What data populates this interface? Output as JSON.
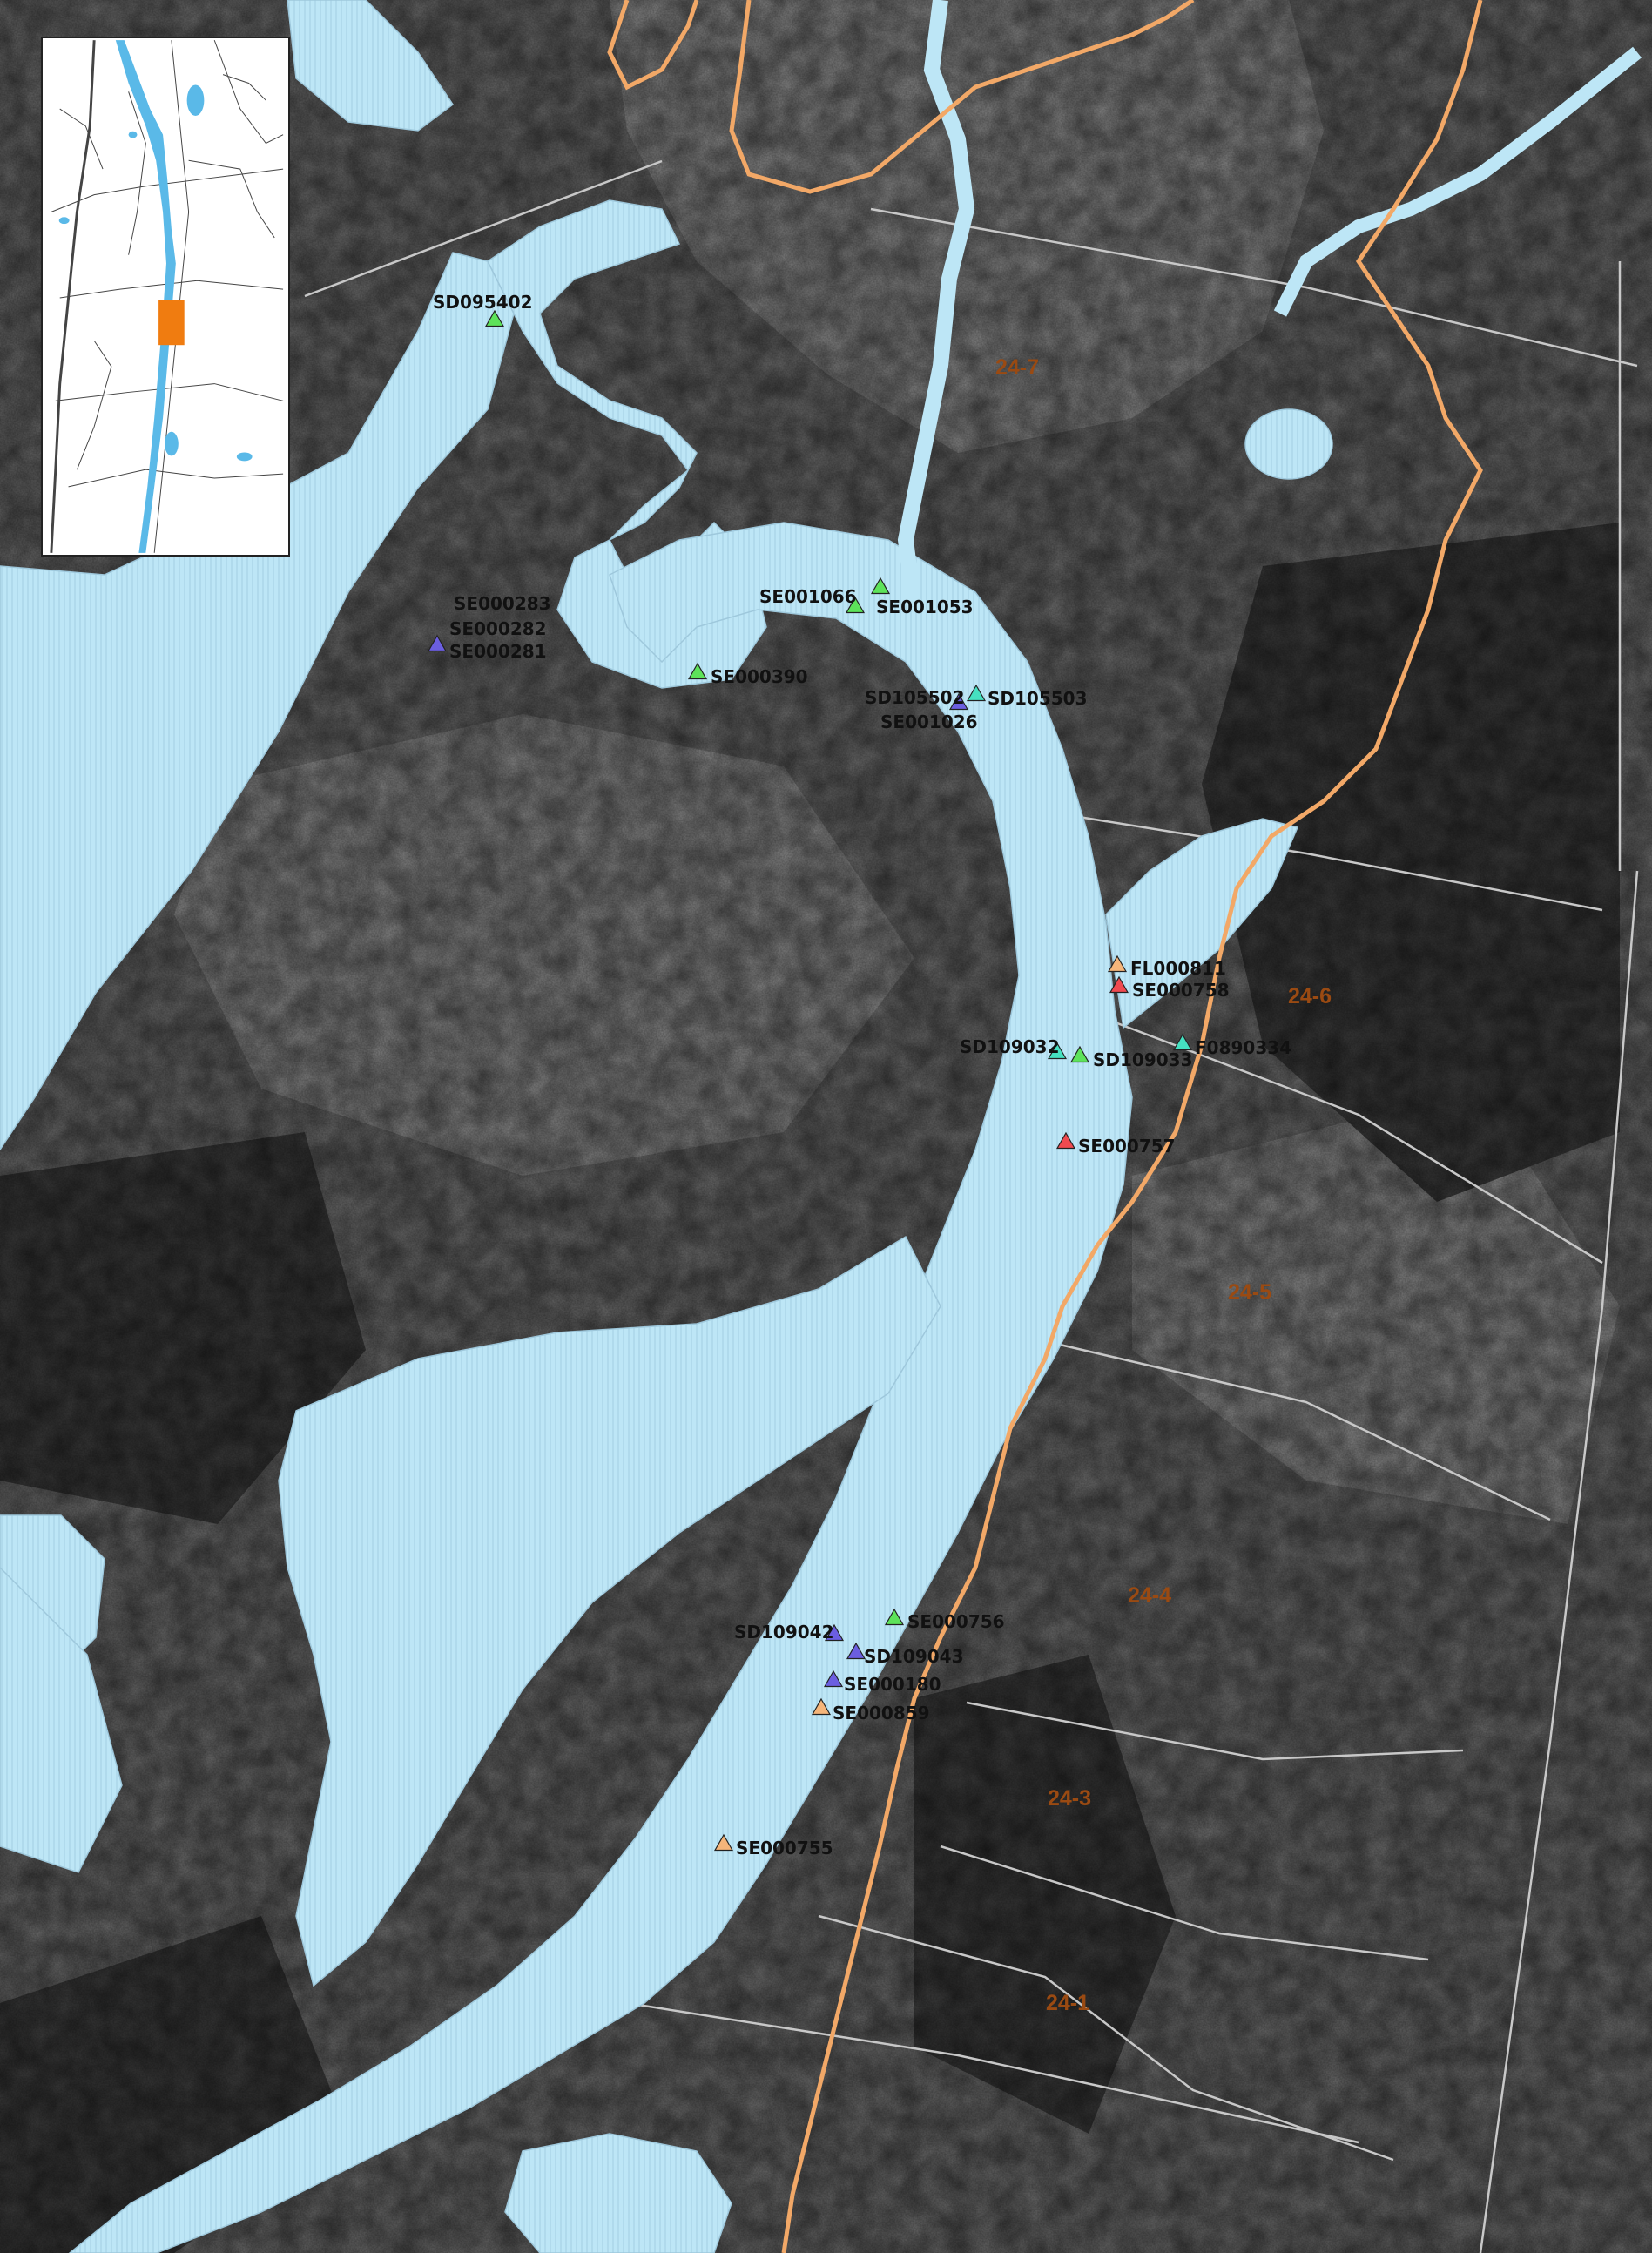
{
  "colors": {
    "water": "#bde6f6",
    "water_hatch": "#9ec8dc",
    "terrain_light": "#8a8a8a",
    "terrain_mid": "#6d6d6d",
    "terrain_dark": "#3d3d3d",
    "parcel_line": "#c8c8c8",
    "boundary": "#f2a867",
    "label_text": "#111111",
    "parcel_text": "#9a4a12",
    "inset_highlight": "#f07c10",
    "inset_water": "#5ab9e8",
    "inset_road": "#444444"
  },
  "parcels": [
    {
      "id": "24-7",
      "label": "24-7"
    },
    {
      "id": "24-6",
      "label": "24-6"
    },
    {
      "id": "24-5",
      "label": "24-5"
    },
    {
      "id": "24-4",
      "label": "24-4"
    },
    {
      "id": "24-3",
      "label": "24-3"
    },
    {
      "id": "24-1",
      "label": "24-1"
    }
  ],
  "sample_sites": [
    {
      "id": "SD095402",
      "label": "SD095402",
      "color": "#5de35a"
    },
    {
      "id": "SE000283",
      "label": "SE000283",
      "color": "#5de35a"
    },
    {
      "id": "SE000282",
      "label": "SE000282",
      "color": "#6b5ee0"
    },
    {
      "id": "SE000281",
      "label": "SE000281",
      "color": "#6b5ee0"
    },
    {
      "id": "SE000390",
      "label": "SE000390",
      "color": "#5de35a"
    },
    {
      "id": "SE001066",
      "label": "SE001066",
      "color": "#5de35a"
    },
    {
      "id": "SE001053",
      "label": "SE001053",
      "color": "#5de35a"
    },
    {
      "id": "SD105502",
      "label": "SD105502",
      "color": "#6b5ee0"
    },
    {
      "id": "SD105503",
      "label": "SD105503",
      "color": "#45e0c0"
    },
    {
      "id": "SE001026",
      "label": "SE001026",
      "color": "#6b5ee0"
    },
    {
      "id": "FL000811",
      "label": "FL000811",
      "color": "#f5b57a"
    },
    {
      "id": "SE000758",
      "label": "SE000758",
      "color": "#ef4a50"
    },
    {
      "id": "SD109032",
      "label": "SD109032",
      "color": "#45e0c0"
    },
    {
      "id": "SD109033",
      "label": "SD109033",
      "color": "#5de35a"
    },
    {
      "id": "F0890334",
      "label": "F0890334",
      "color": "#45e0c0"
    },
    {
      "id": "SE000757",
      "label": "SE000757",
      "color": "#ef4a50"
    },
    {
      "id": "SE000756",
      "label": "SE000756",
      "color": "#5de35a"
    },
    {
      "id": "SD109042",
      "label": "SD109042",
      "color": "#6b5ee0"
    },
    {
      "id": "SD109043",
      "label": "SD109043",
      "color": "#6b5ee0"
    },
    {
      "id": "SE000180",
      "label": "SE000180",
      "color": "#6b5ee0"
    },
    {
      "id": "SE000859",
      "label": "SE000859",
      "color": "#f5b57a"
    },
    {
      "id": "SE000755",
      "label": "SE000755",
      "color": "#f5b57a"
    }
  ]
}
